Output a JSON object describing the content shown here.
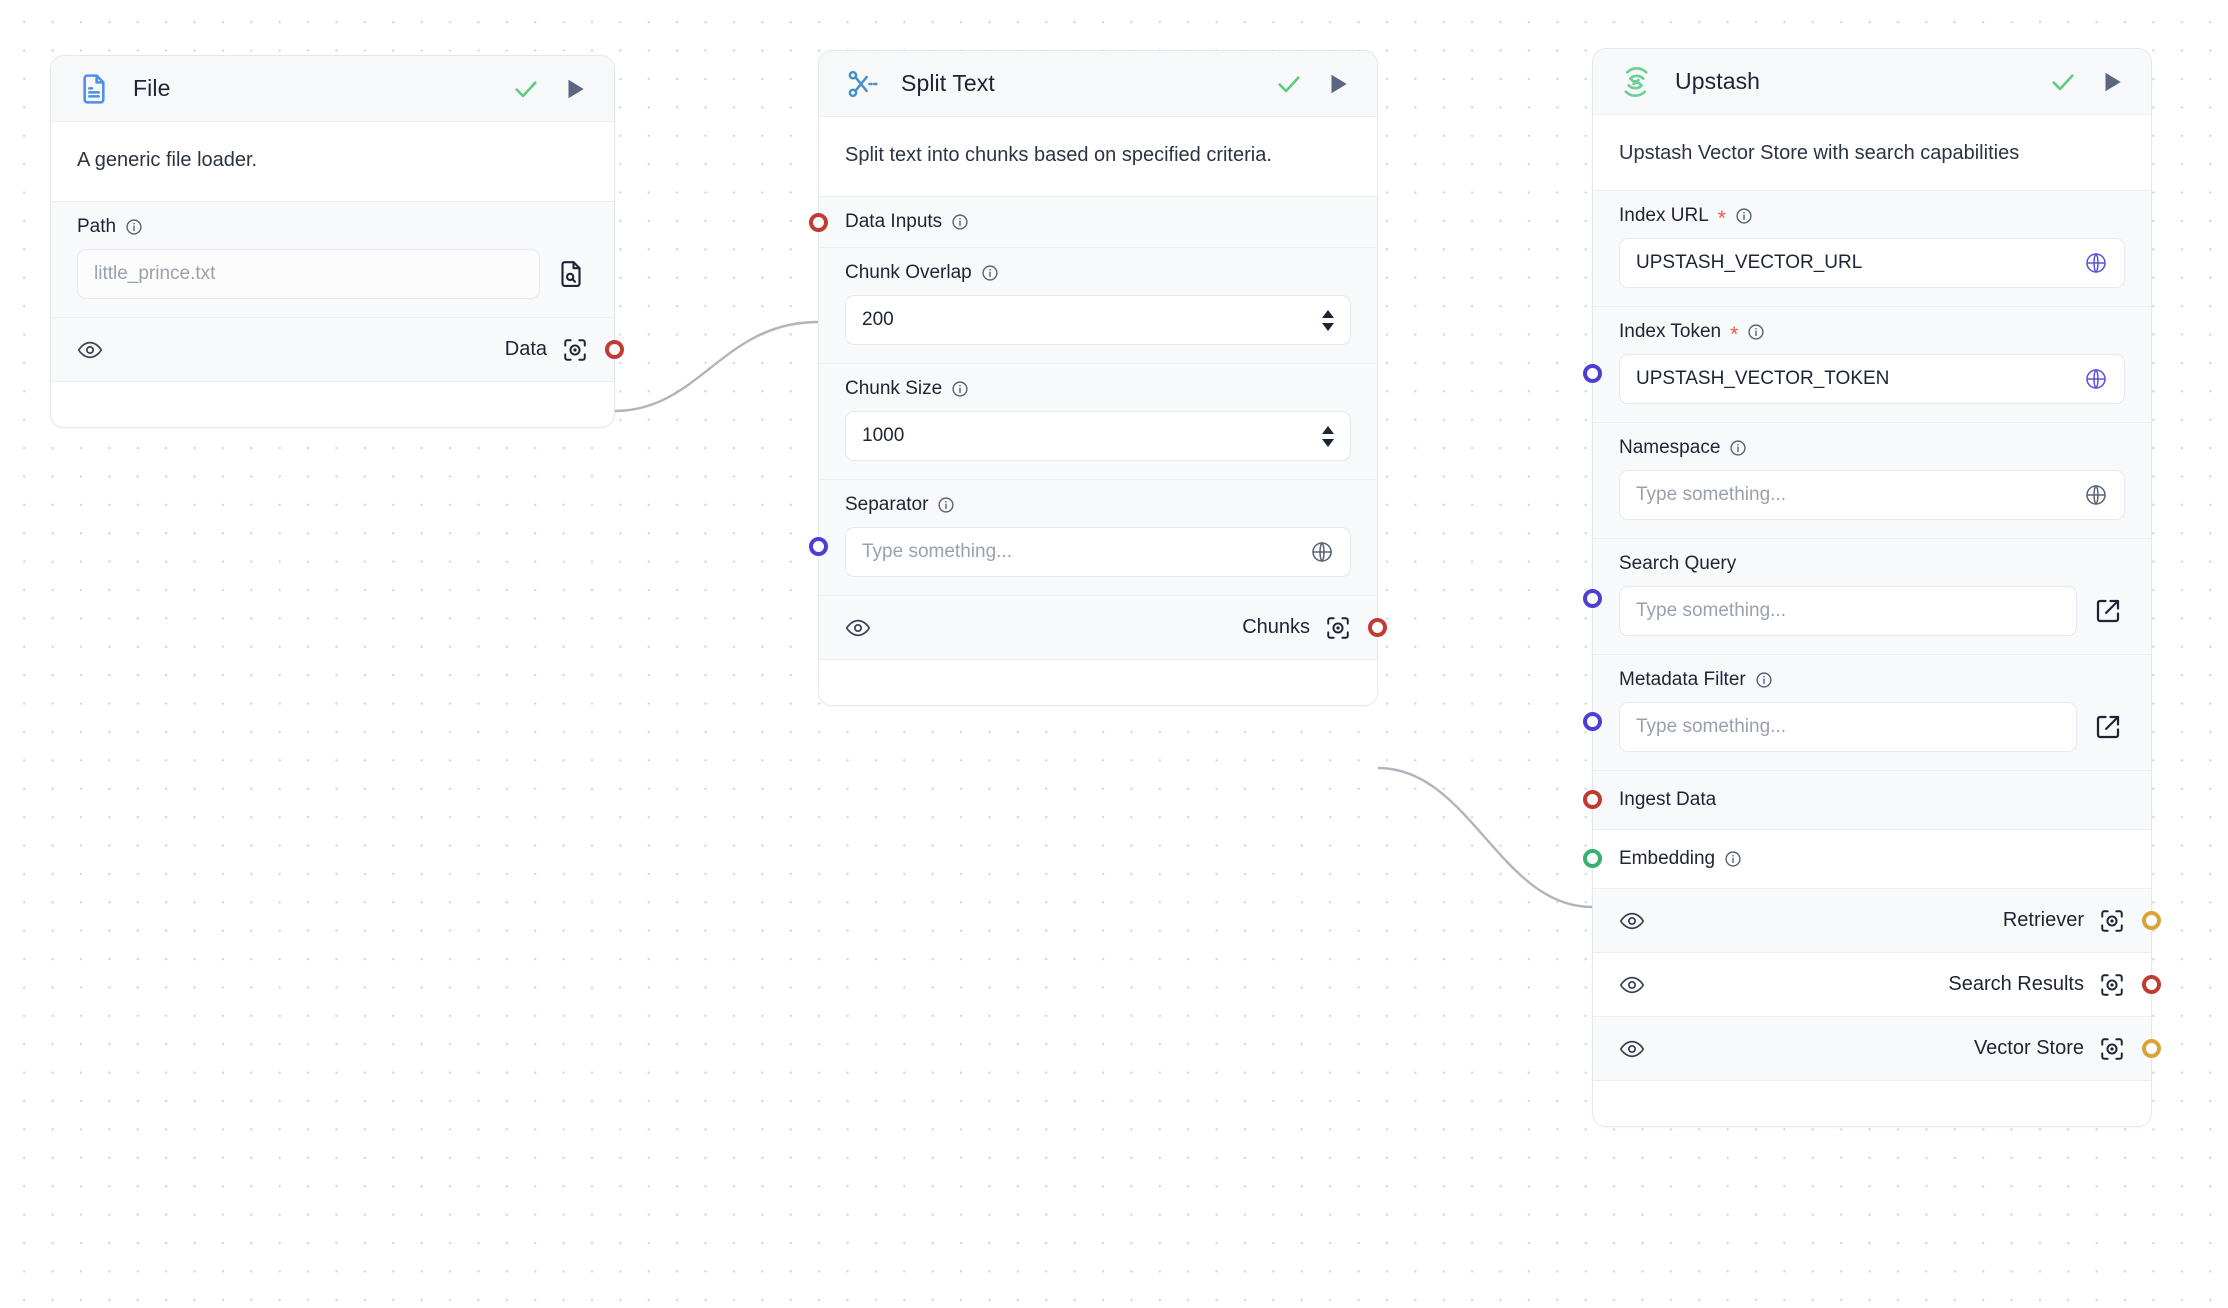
{
  "canvas": {
    "background": "#ffffff",
    "dot_color": "#d6d9e0",
    "edge_color": "#b0b4bd"
  },
  "colors": {
    "port_red": "#c23b33",
    "port_purple": "#4b3fd6",
    "port_green": "#3aaf72",
    "port_amber": "#d9a33c",
    "check_green": "#5ecb83",
    "play_gray": "#5c6681",
    "required_red": "#e8574b",
    "file_icon_blue": "#4a90e8",
    "split_icon_blue": "#4a90c4",
    "upstash_green": "#6fcf97",
    "globe_active": "#5b52e0",
    "globe_idle": "#5b6374"
  },
  "nodes": [
    {
      "id": "file",
      "title": "File",
      "icon": "file-document-icon",
      "description": "A generic file loader.",
      "status_icon": "check-icon",
      "run_icon": "play-icon",
      "fields": [
        {
          "label": "Path",
          "info": true,
          "required": false,
          "placeholder": "little_prince.txt",
          "value": "",
          "side_icon": "file-search-icon"
        }
      ],
      "outputs": [
        {
          "label": "Data",
          "port_color": "red",
          "eye_icon": "eye-icon",
          "scan_icon": "scan-icon"
        }
      ]
    },
    {
      "id": "split-text",
      "title": "Split Text",
      "icon": "scissors-icon",
      "description": "Split text into chunks based on specified criteria.",
      "status_icon": "check-icon",
      "run_icon": "play-icon",
      "inputs": [
        {
          "label": "Data Inputs",
          "info": true,
          "port_color": "red"
        }
      ],
      "fields": [
        {
          "label": "Chunk Overlap",
          "info": true,
          "type": "number",
          "value": "200",
          "stepper": true
        },
        {
          "label": "Chunk Size",
          "info": true,
          "type": "number",
          "value": "1000",
          "stepper": true
        },
        {
          "label": "Separator",
          "info": true,
          "type": "text",
          "placeholder": "Type something...",
          "value": "",
          "inner_icon": "globe-icon",
          "port_color": "purple"
        }
      ],
      "outputs": [
        {
          "label": "Chunks",
          "port_color": "red",
          "eye_icon": "eye-icon",
          "scan_icon": "scan-icon"
        }
      ]
    },
    {
      "id": "upstash",
      "title": "Upstash",
      "icon": "upstash-spiral-icon",
      "description": "Upstash Vector Store with search capabilities",
      "status_icon": "check-icon",
      "run_icon": "play-icon",
      "fields": [
        {
          "label": "Index URL",
          "info": true,
          "required": true,
          "type": "text",
          "value": "UPSTASH_VECTOR_URL",
          "placeholder": "",
          "inner_icon": "globe-icon",
          "inner_icon_active": true
        },
        {
          "label": "Index Token",
          "info": true,
          "required": true,
          "type": "text",
          "value": "UPSTASH_VECTOR_TOKEN",
          "placeholder": "",
          "inner_icon": "globe-icon",
          "inner_icon_active": true,
          "port_color": "purple"
        },
        {
          "label": "Namespace",
          "info": true,
          "required": false,
          "type": "text",
          "value": "",
          "placeholder": "Type something...",
          "inner_icon": "globe-icon",
          "inner_icon_active": false
        },
        {
          "label": "Search Query",
          "info": false,
          "required": false,
          "type": "text",
          "value": "",
          "placeholder": "Type something...",
          "side_icon": "external-link-icon",
          "port_color": "purple"
        },
        {
          "label": "Metadata Filter",
          "info": true,
          "required": false,
          "type": "text",
          "value": "",
          "placeholder": "Type something...",
          "side_icon": "external-link-icon",
          "port_color": "purple"
        }
      ],
      "inputs": [
        {
          "label": "Ingest Data",
          "info": false,
          "port_color": "red"
        },
        {
          "label": "Embedding",
          "info": true,
          "port_color": "green"
        }
      ],
      "outputs": [
        {
          "label": "Retriever",
          "port_color": "amber",
          "eye_icon": "eye-icon",
          "scan_icon": "scan-icon"
        },
        {
          "label": "Search Results",
          "port_color": "red",
          "eye_icon": "eye-icon",
          "scan_icon": "scan-icon"
        },
        {
          "label": "Vector Store",
          "port_color": "amber",
          "eye_icon": "eye-icon",
          "scan_icon": "scan-icon"
        }
      ]
    }
  ],
  "edges": [
    {
      "from": "file.Data",
      "to": "split-text.Data Inputs"
    },
    {
      "from": "split-text.Chunks",
      "to": "upstash.Ingest Data"
    }
  ]
}
